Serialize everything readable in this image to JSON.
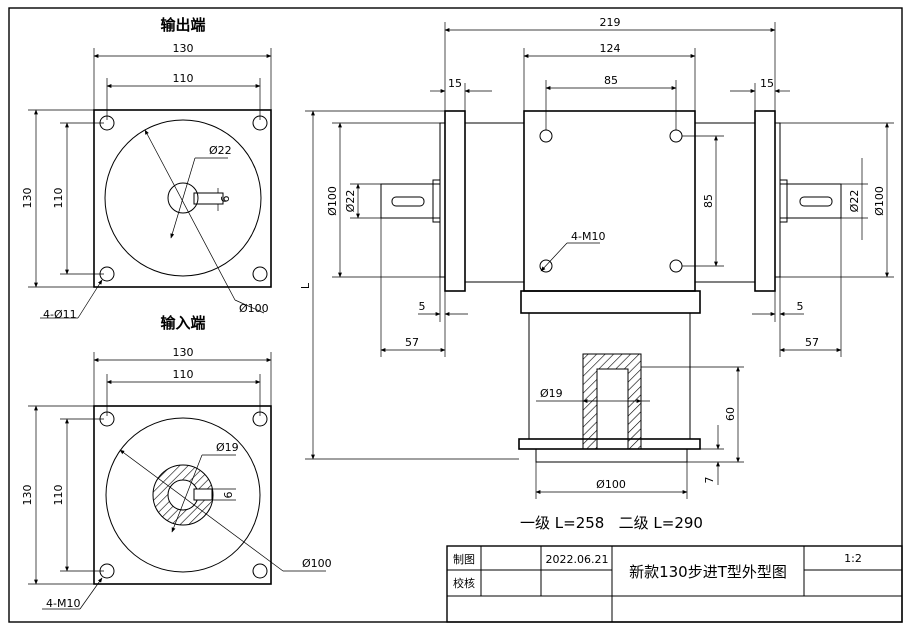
{
  "views": {
    "output_title": "输出端",
    "input_title": "输入端"
  },
  "dims": {
    "out_w130": "130",
    "out_w110": "110",
    "out_h130": "130",
    "out_h110": "110",
    "out_d22": "Ø22",
    "out_k6": "6",
    "out_d100": "Ø100",
    "out_holes": "4-Ø11",
    "in_w130": "130",
    "in_w110": "110",
    "in_h130": "130",
    "in_h110": "110",
    "in_d19": "Ø19",
    "in_k6": "6",
    "in_d100": "Ø100",
    "in_holes": "4-M10",
    "front_219": "219",
    "front_124": "124",
    "front_85": "85",
    "front_15l": "15",
    "front_15r": "15",
    "front_85v": "85",
    "front_4m10": "4-M10",
    "front_d100l": "Ø100",
    "front_d22l": "Ø22",
    "front_d100r": "Ø100",
    "front_d22r": "Ø22",
    "front_5l": "5",
    "front_5r": "5",
    "front_57l": "57",
    "front_57r": "57",
    "front_L": "L",
    "front_d19": "Ø19",
    "front_60": "60",
    "front_7": "7",
    "front_d100b": "Ø100"
  },
  "note": "一级 L=258   二级 L=290",
  "title_block": {
    "drawn_label": "制图",
    "date": "2022.06.21",
    "check_label": "校核",
    "name": "新款130步进T型外型图",
    "scale": "1:2"
  }
}
